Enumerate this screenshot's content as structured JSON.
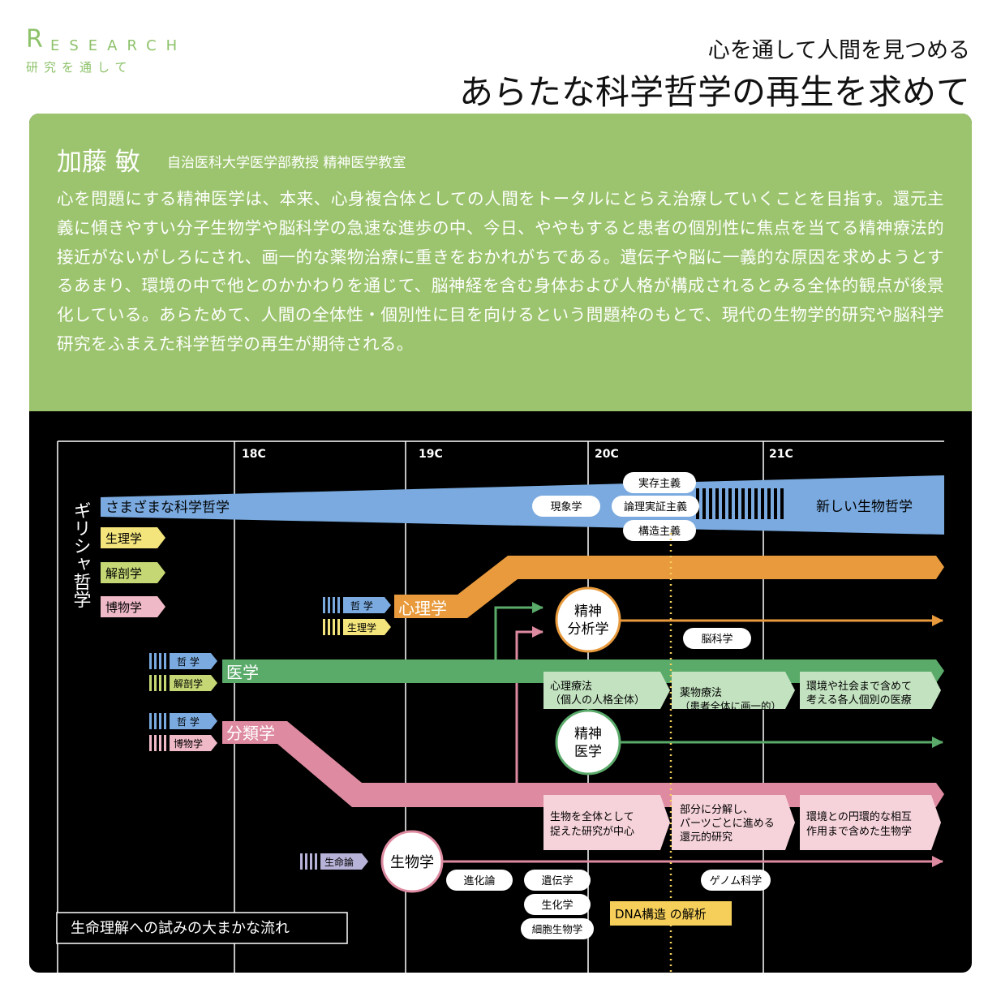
{
  "header": {
    "research_initial": "R",
    "research_rest": "ESEARCH",
    "research_jp": "研究を通して",
    "subtitle": "心を通して人間を見つめる",
    "title": "あらたな科学哲学の再生を求めて"
  },
  "intro": {
    "author": "加藤 敏",
    "affiliation": "自治医科大学医学部教授 精神医学教室",
    "body": "心を問題にする精神医学は、本来、心身複合体としての人間をトータルにとらえ治療していくことを目指す。還元主義に傾きやすい分子生物学や脳科学の急速な進歩の中、今日、ややもすると患者の個別性に焦点を当てる精神療法的接近がないがしろにされ、画一的な薬物治療に重きをおかれがちである。遺伝子や脳に一義的な原因を求めようとするあまり、環境の中で他とのかかわりを通じて、脳神経を含む身体および人格が構成されるとみる全体的観点が後景化している。あらためて、人間の全体性・個別性に目を向けるという問題枠のもとで、現代の生物学的研究や脳科学研究をふまえた科学哲学の再生が期待される。"
  },
  "diagram": {
    "centuries": [
      "18C",
      "19C",
      "20C",
      "21C"
    ],
    "greek": "ギリシャ哲学",
    "phil_label": "さまざまな科学哲学",
    "new_phil": "新しい生物哲学",
    "phil_pills": [
      "実存主義",
      "現象学",
      "論理実証主義",
      "構造主義"
    ],
    "origins": [
      "生理学",
      "解剖学",
      "博物学"
    ],
    "src_tetsugaku": "哲 学",
    "src_seirigaku": "生理学",
    "src_kaibougaku": "解剖学",
    "src_hakubutsugaku": "博物学",
    "src_seimeiron": "生命論",
    "psychology": "心理学",
    "psychoanalysis": [
      "精神",
      "分析学"
    ],
    "brain_science": "脳科学",
    "medicine": "医学",
    "med_boxes": [
      [
        "心理療法",
        "（個人の人格全体）"
      ],
      [
        "薬物療法",
        "（患者全体に画一的）"
      ],
      [
        "環境や社会まで含めて",
        "考える各人個別の医療"
      ]
    ],
    "psychiatry": [
      "精神",
      "医学"
    ],
    "taxonomy": "分類学",
    "bio_boxes": [
      [
        "生物を全体として",
        "捉えた研究が中心"
      ],
      [
        "部分に分解し、",
        "パーツごとに進める",
        "還元的研究"
      ],
      [
        "環境との円環的な相互",
        "作用まで含めた生物学"
      ]
    ],
    "biology": "生物学",
    "bio_pills": [
      "進化論",
      "遺伝学",
      "生化学",
      "細胞生物学",
      "ゲノム科学"
    ],
    "dna": "DNA構造 の解析",
    "caption": "生命理解への試みの大まかな流れ",
    "colors": {
      "philosophy": "#7aaadf",
      "psychology": "#e89a3c",
      "medicine": "#5aaa6a",
      "taxonomy": "#de8aa0",
      "light_green": "#c3e2c0",
      "light_pink": "#f6d3db",
      "yellow": "#f3e47c",
      "olive": "#c5d775",
      "pink_tag": "#f0b9c8",
      "lavender": "#b7b2d7",
      "dna": "#f6cf5a"
    }
  }
}
